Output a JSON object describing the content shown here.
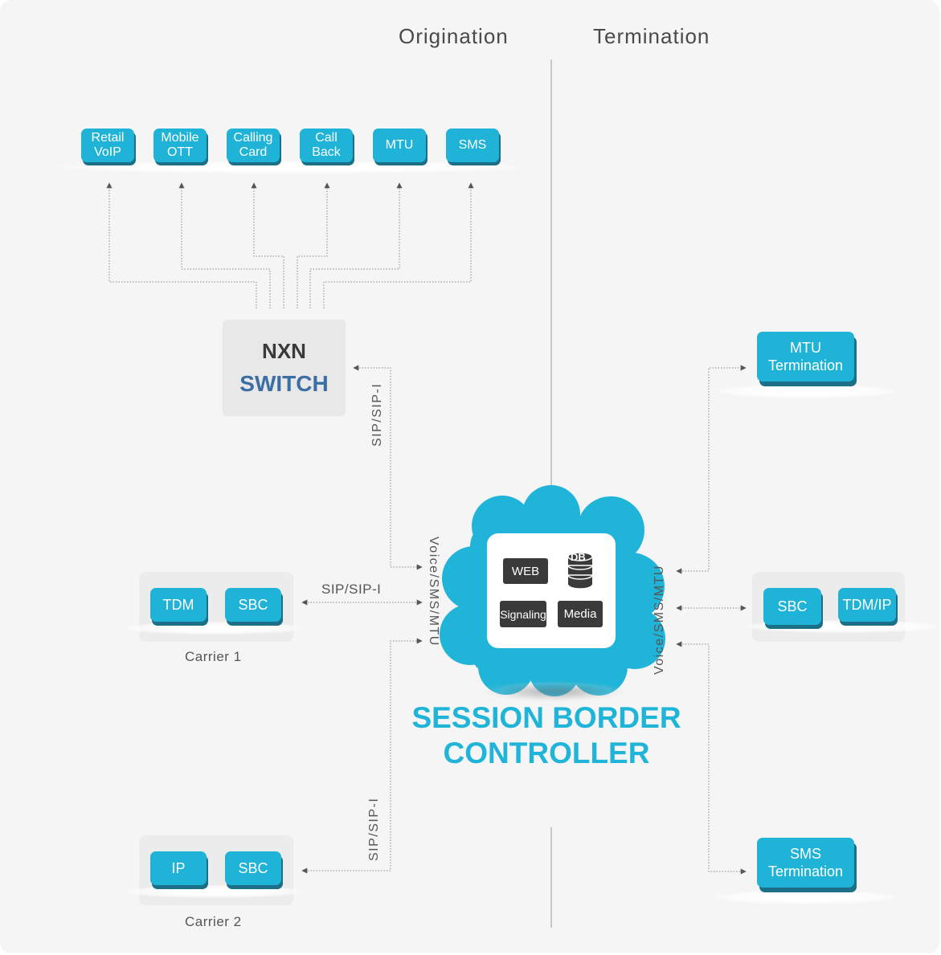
{
  "headers": {
    "origination": "Origination",
    "termination": "Termination"
  },
  "services": [
    {
      "line1": "Retail",
      "line2": "VoIP"
    },
    {
      "line1": "Mobile",
      "line2": "OTT"
    },
    {
      "line1": "Calling",
      "line2": "Card"
    },
    {
      "line1": "Call",
      "line2": "Back"
    },
    {
      "line1": "MTU",
      "line2": ""
    },
    {
      "line1": "SMS",
      "line2": ""
    }
  ],
  "switch": {
    "line1": "NXN",
    "line2": "SWITCH"
  },
  "links": {
    "sip_switch": "SIP/SIP-I",
    "sip_carrier1": "SIP/SIP-I",
    "sip_carrier2": "SIP/SIP-I",
    "voice_left": "Voice/SMS/MTU",
    "voice_right": "Voice/SMS/MTU"
  },
  "carrier1": {
    "left": "TDM",
    "right": "SBC",
    "caption": "Carrier 1"
  },
  "carrier2": {
    "left": "IP",
    "right": "SBC",
    "caption": "Carrier 2"
  },
  "sbc": {
    "tiles": {
      "web": "WEB",
      "db": "DB",
      "signaling": "Signaling",
      "media": "Media"
    },
    "title_line1": "SESSION BORDER",
    "title_line2": "CONTROLLER"
  },
  "terminations": {
    "mtu": {
      "line1": "MTU",
      "line2": "Termination"
    },
    "sms": {
      "line1": "SMS",
      "line2": "Termination"
    },
    "partner": {
      "left": "SBC",
      "right": "TDM/IP"
    }
  },
  "colors": {
    "accent": "#1fb3d8",
    "accent_shadow": "#1b6f86",
    "switch_blue": "#3a6ea5",
    "tile_dark": "#3a3a3a"
  }
}
